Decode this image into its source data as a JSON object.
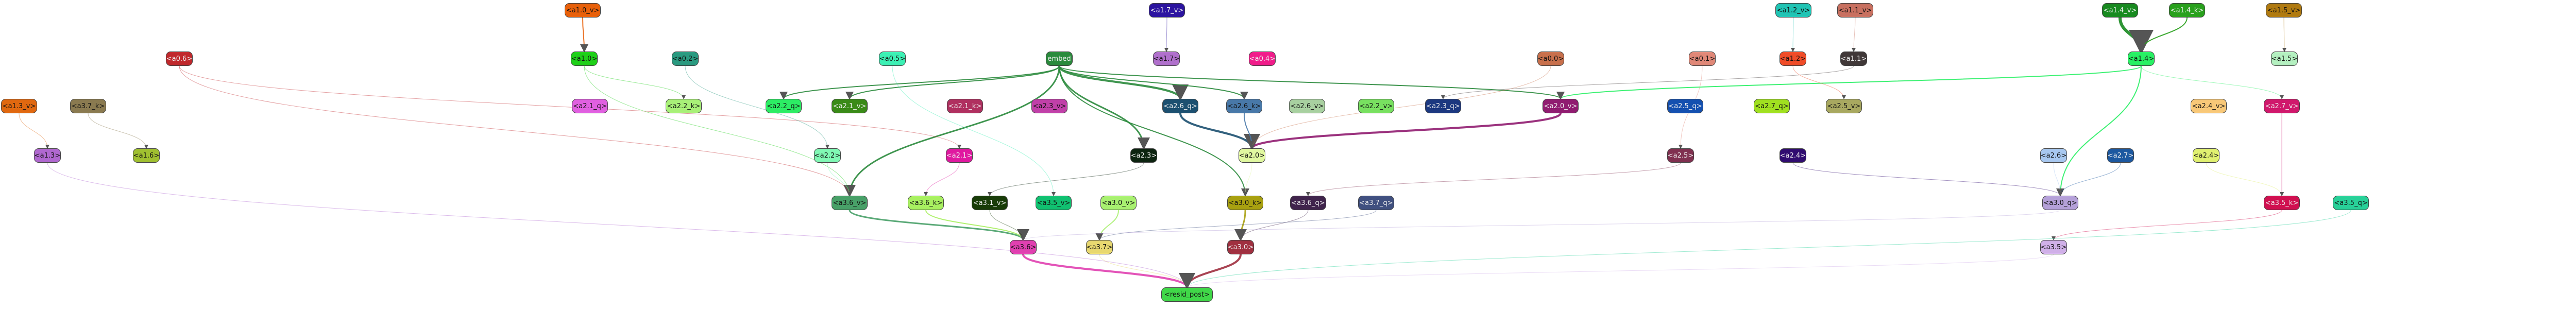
{
  "graph": {
    "nodes": [
      {
        "id": "a1_0_v",
        "label": "<a1.0_v>",
        "color": "#e8600a"
      },
      {
        "id": "a1_7_v",
        "label": "<a1.7_v>",
        "color": "#2c14a0"
      },
      {
        "id": "a1_2_v",
        "label": "<a1.2_v>",
        "color": "#20c4b4"
      },
      {
        "id": "a1_1_v",
        "label": "<a1.1_v>",
        "color": "#c87060"
      },
      {
        "id": "a1_4_v",
        "label": "<a1.4_v>",
        "color": "#188a20"
      },
      {
        "id": "a1_4_k",
        "label": "<a1.4_k>",
        "color": "#28a01c"
      },
      {
        "id": "a1_5_v",
        "label": "<a1.5_v>",
        "color": "#b07a10"
      },
      {
        "id": "a0_6",
        "label": "<a0.6>",
        "color": "#c0282c"
      },
      {
        "id": "a1_0",
        "label": "<a1.0>",
        "color": "#1ed018"
      },
      {
        "id": "a0_2",
        "label": "<a0.2>",
        "color": "#2a9a80"
      },
      {
        "id": "a0_5",
        "label": "<a0.5>",
        "color": "#3cf0b4"
      },
      {
        "id": "embed",
        "label": "embed",
        "color": "#2a8a3c"
      },
      {
        "id": "a1_7",
        "label": "<a1.7>",
        "color": "#b070cc"
      },
      {
        "id": "a0_4",
        "label": "<a0.4>",
        "color": "#f01c8a"
      },
      {
        "id": "a0_0",
        "label": "<a0.0>",
        "color": "#c8704c"
      },
      {
        "id": "a0_1",
        "label": "<a0.1>",
        "color": "#e08878"
      },
      {
        "id": "a1_2",
        "label": "<a1.2>",
        "color": "#f04c28"
      },
      {
        "id": "a1_1",
        "label": "<a1.1>",
        "color": "#403838"
      },
      {
        "id": "a1_4",
        "label": "<a1.4>",
        "color": "#28f064"
      },
      {
        "id": "a1_5",
        "label": "<a1.5>",
        "color": "#b4f0c0"
      },
      {
        "id": "a1_3_v",
        "label": "<a1.3_v>",
        "color": "#e06810"
      },
      {
        "id": "a3_7_k",
        "label": "<a3.7_k>",
        "color": "#8a7a50"
      },
      {
        "id": "a2_1_q",
        "label": "<a2.1_q>",
        "color": "#e060e0"
      },
      {
        "id": "a2_2_k",
        "label": "<a2.2_k>",
        "color": "#a8f078"
      },
      {
        "id": "a2_2_q",
        "label": "<a2.2_q>",
        "color": "#2cec64"
      },
      {
        "id": "a2_1_v",
        "label": "<a2.1_v>",
        "color": "#3a8a18"
      },
      {
        "id": "a2_1_k",
        "label": "<a2.1_k>",
        "color": "#b03060"
      },
      {
        "id": "a2_3_v",
        "label": "<a2.3_v>",
        "color": "#c040a8"
      },
      {
        "id": "a2_6_q",
        "label": "<a2.6_q>",
        "color": "#1c5070"
      },
      {
        "id": "a2_6_k",
        "label": "<a2.6_k>",
        "color": "#4878a8"
      },
      {
        "id": "a2_6_v",
        "label": "<a2.6_v>",
        "color": "#a8d0a0"
      },
      {
        "id": "a2_2_v",
        "label": "<a2.2_v>",
        "color": "#78e060"
      },
      {
        "id": "a2_3_q",
        "label": "<a2.3_q>",
        "color": "#1c3880"
      },
      {
        "id": "a2_0_v",
        "label": "<a2.0_v>",
        "color": "#901c70"
      },
      {
        "id": "a2_5_q",
        "label": "<a2.5_q>",
        "color": "#1450b0"
      },
      {
        "id": "a2_7_q",
        "label": "<a2.7_q>",
        "color": "#a0e020"
      },
      {
        "id": "a2_5_v",
        "label": "<a2.5_v>",
        "color": "#a8a860"
      },
      {
        "id": "a2_4_v",
        "label": "<a2.4_v>",
        "color": "#f8c878"
      },
      {
        "id": "a2_7_v",
        "label": "<a2.7_v>",
        "color": "#d0186c"
      },
      {
        "id": "a1_3",
        "label": "<a1.3>",
        "color": "#b068d0"
      },
      {
        "id": "a1_6",
        "label": "<a1.6>",
        "color": "#a0c030"
      },
      {
        "id": "a2_2",
        "label": "<a2.2>",
        "color": "#80f8b4"
      },
      {
        "id": "a2_1",
        "label": "<a2.1>",
        "color": "#e018a0"
      },
      {
        "id": "a2_3",
        "label": "<a2.3>",
        "color": "#0c2410"
      },
      {
        "id": "a2_0",
        "label": "<a2.0>",
        "color": "#e0f8a0"
      },
      {
        "id": "a2_5",
        "label": "<a2.5>",
        "color": "#803050"
      },
      {
        "id": "a2_4",
        "label": "<a2.4>",
        "color": "#300c70"
      },
      {
        "id": "a2_6",
        "label": "<a2.6>",
        "color": "#a8c8f0"
      },
      {
        "id": "a2_7",
        "label": "<a2.7>",
        "color": "#1c58a0"
      },
      {
        "id": "a2_4b",
        "label": "<a2.4>",
        "color": "#e0f070"
      },
      {
        "id": "a3_6_v",
        "label": "<a3.6_v>",
        "color": "#48a068"
      },
      {
        "id": "a3_6_k",
        "label": "<a3.6_k>",
        "color": "#a8f060"
      },
      {
        "id": "a3_1_v",
        "label": "<a3.1_v>",
        "color": "#183c08"
      },
      {
        "id": "a3_5_v",
        "label": "<a3.5_v>",
        "color": "#10c070"
      },
      {
        "id": "a3_0_v",
        "label": "<a3.0_v>",
        "color": "#a8f070"
      },
      {
        "id": "a3_0_k",
        "label": "<a3.0_k>",
        "color": "#a8a010"
      },
      {
        "id": "a3_6_q",
        "label": "<a3.6_q>",
        "color": "#40244c"
      },
      {
        "id": "a3_7_q",
        "label": "<a3.7_q>",
        "color": "#405080"
      },
      {
        "id": "a3_0_q",
        "label": "<a3.0_q>",
        "color": "#b4a0d8"
      },
      {
        "id": "a3_5_k",
        "label": "<a3.5_k>",
        "color": "#d01050"
      },
      {
        "id": "a3_5_q",
        "label": "<a3.5_q>",
        "color": "#28d098"
      },
      {
        "id": "a3_6",
        "label": "<a3.6>",
        "color": "#e040b0"
      },
      {
        "id": "a3_7",
        "label": "<a3.7>",
        "color": "#e8d870"
      },
      {
        "id": "a3_0",
        "label": "<a3.0>",
        "color": "#a03040"
      },
      {
        "id": "a3_5",
        "label": "<a3.5>",
        "color": "#d0b0e8"
      },
      {
        "id": "resid_post",
        "label": "<resid_post>",
        "color": "#40d848"
      }
    ]
  }
}
